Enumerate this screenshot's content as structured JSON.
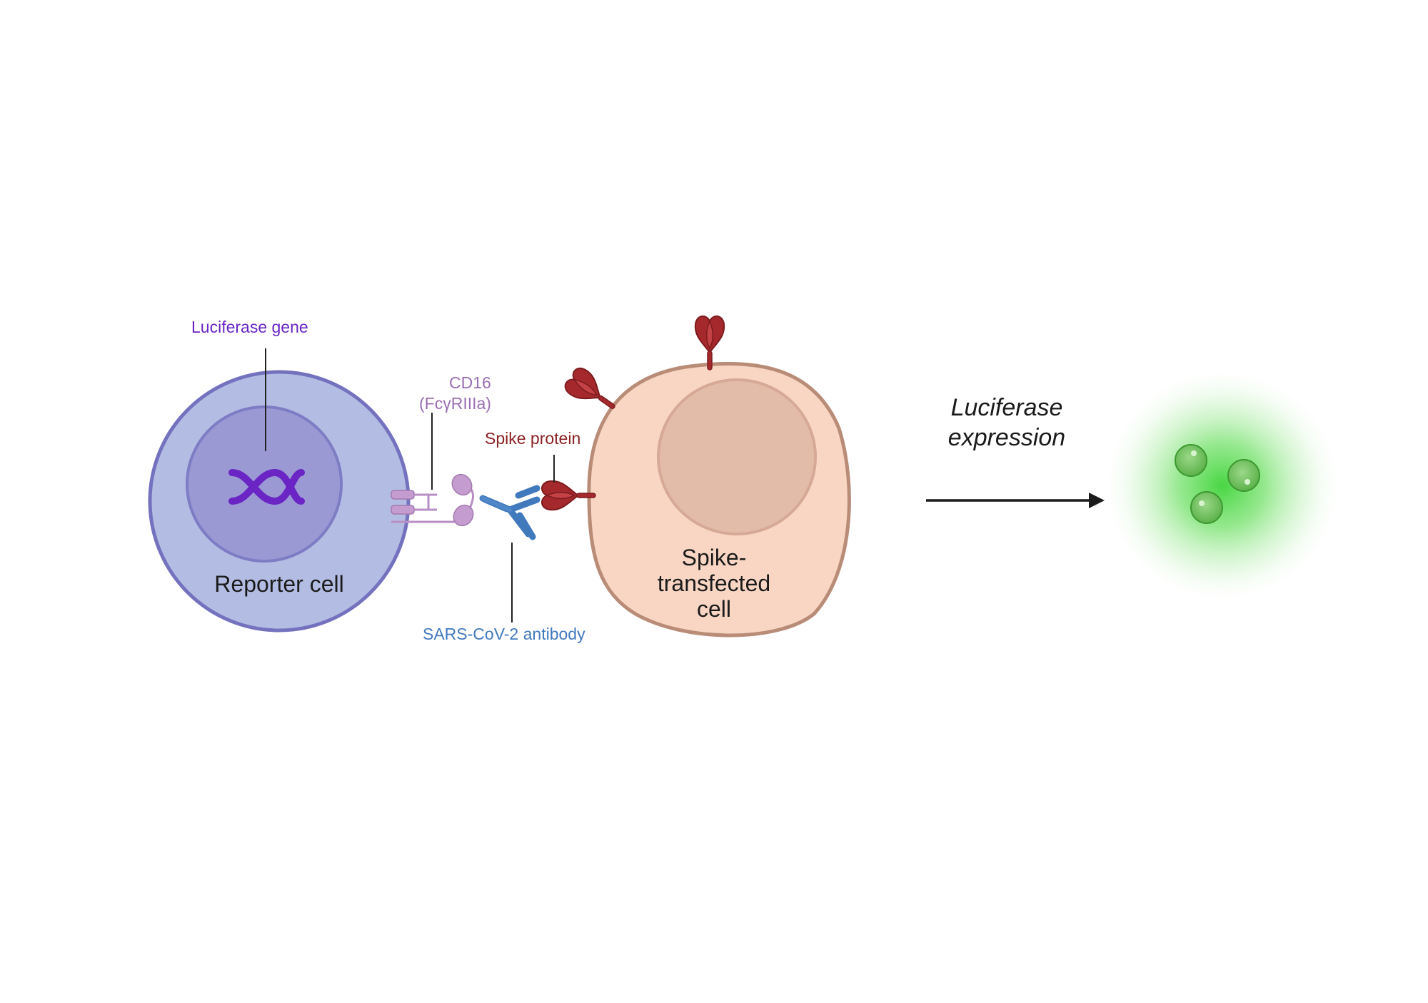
{
  "labels": {
    "luciferase_gene": "Luciferase gene",
    "cd16_line1": "CD16",
    "cd16_line2": "(FcγRIIIa)",
    "spike_protein": "Spike protein",
    "reporter_cell": "Reporter cell",
    "antibody": "SARS-CoV-2 antibody",
    "spike_cell_line1": "Spike-",
    "spike_cell_line2": "transfected",
    "spike_cell_line3": "cell",
    "expression_line1": "Luciferase",
    "expression_line2": "expression"
  },
  "colors": {
    "reporter_cell": "#b3bde3",
    "reporter_nucleus": "#9b99d4",
    "reporter_outline": "#7472bf",
    "dna": "#6a25c4",
    "receptor": "#b98ec4",
    "antibody": "#4179bd",
    "spike": "#a5292c",
    "spike_cell": "#f8d6c3",
    "spike_nucleus": "#e3bba9",
    "spike_outline": "#b88c77",
    "arrow": "#1b1b1b",
    "glow": "#52d84a",
    "bead": "#6fc25e"
  }
}
